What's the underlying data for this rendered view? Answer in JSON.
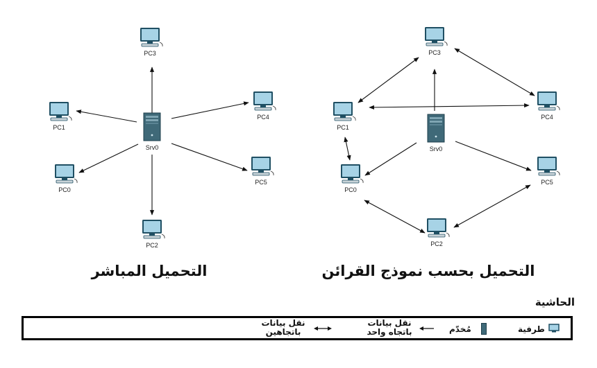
{
  "titles": {
    "ring": "التحميل بحسب نموذج القرائن",
    "direct": "التحميل المباشر"
  },
  "legend": {
    "heading": "الحاشية",
    "terminal": "طرفية",
    "server": "مُخدّم",
    "one_way_line1": "نقل بيانات",
    "one_way_line2": "باتجاه واحد",
    "two_way_line1": "نقل بيانات",
    "two_way_line2": "باتجاهين"
  },
  "colors": {
    "screen": "#a7d3e6",
    "monitor_frame": "#1f4f63",
    "server_body": "#3f6978",
    "arrow": "#111111"
  },
  "icons": {
    "terminal": "computer-monitor-icon",
    "server": "server-tower-icon",
    "one_way": "arrow-left-icon",
    "two_way": "arrow-left-right-icon"
  },
  "diagrams": {
    "direct": {
      "server_label": "Srv0",
      "nodes": [
        {
          "id": "PC3",
          "label": "PC3"
        },
        {
          "id": "PC1",
          "label": "PC1"
        },
        {
          "id": "PC4",
          "label": "PC4"
        },
        {
          "id": "PC0",
          "label": "PC0"
        },
        {
          "id": "PC5",
          "label": "PC5"
        },
        {
          "id": "PC2",
          "label": "PC2"
        }
      ],
      "edges": [
        {
          "from": "Srv0",
          "to": "PC3",
          "dir": "one"
        },
        {
          "from": "Srv0",
          "to": "PC1",
          "dir": "one"
        },
        {
          "from": "Srv0",
          "to": "PC4",
          "dir": "one"
        },
        {
          "from": "Srv0",
          "to": "PC0",
          "dir": "one"
        },
        {
          "from": "Srv0",
          "to": "PC5",
          "dir": "one"
        },
        {
          "from": "Srv0",
          "to": "PC2",
          "dir": "one"
        }
      ]
    },
    "ring": {
      "server_label": "Srv0",
      "nodes": [
        {
          "id": "PC3",
          "label": "PC3"
        },
        {
          "id": "PC1",
          "label": "PC1"
        },
        {
          "id": "PC4",
          "label": "PC4"
        },
        {
          "id": "PC0",
          "label": "PC0"
        },
        {
          "id": "PC5",
          "label": "PC5"
        },
        {
          "id": "PC2",
          "label": "PC2"
        }
      ],
      "edges": [
        {
          "from": "Srv0",
          "to": "PC3",
          "dir": "one"
        },
        {
          "from": "Srv0",
          "to": "PC0",
          "dir": "one"
        },
        {
          "from": "Srv0",
          "to": "PC5",
          "dir": "one"
        },
        {
          "from": "PC1",
          "to": "PC3",
          "dir": "two"
        },
        {
          "from": "PC3",
          "to": "PC4",
          "dir": "two"
        },
        {
          "from": "PC1",
          "to": "PC4",
          "dir": "two"
        },
        {
          "from": "PC1",
          "to": "PC0",
          "dir": "two"
        },
        {
          "from": "PC0",
          "to": "PC2",
          "dir": "two"
        },
        {
          "from": "PC5",
          "to": "PC2",
          "dir": "two"
        }
      ]
    }
  }
}
